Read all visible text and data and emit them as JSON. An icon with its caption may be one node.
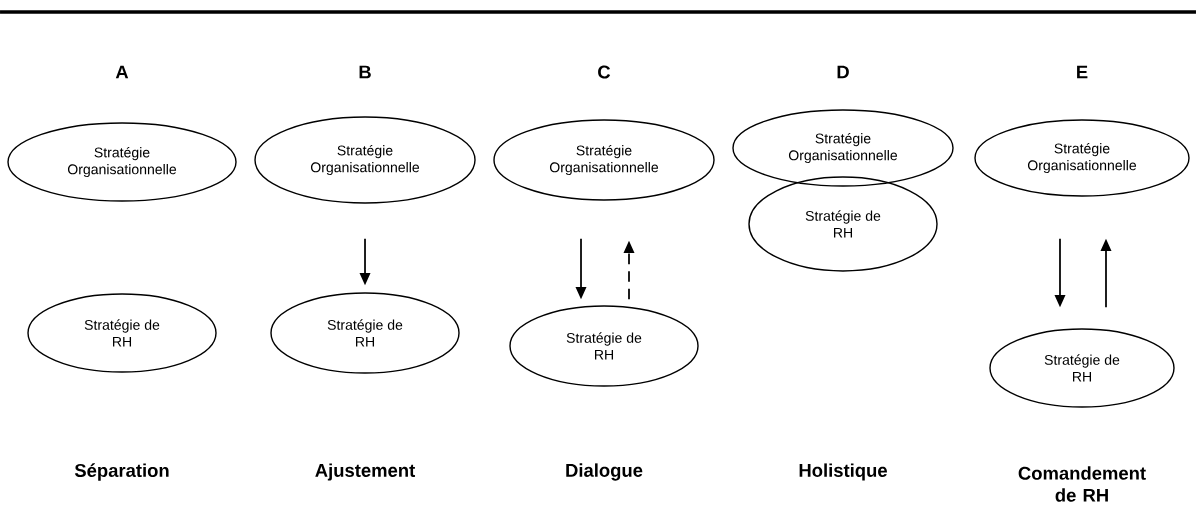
{
  "diagram": {
    "nodes": [
      {
        "text": [
          "Stratégie Organisationnelle"
        ]
      },
      {
        "text": [
          "Stratégie Organisationnelle"
        ]
      },
      {
        "text": [
          "Stratégie Organisationnelle"
        ]
      },
      {
        "text": [
          "Stratégie Organisationnelle"
        ]
      },
      {
        "text": [
          "Stratégie de RH"
        ]
      },
      {
        "text": [
          "Stratégie Organisationnelle"
        ]
      },
      {
        "text": [
          "Stratégie de RH"
        ]
      },
      {
        "text": [
          "Stratégie de RH"
        ]
      },
      {
        "text": [
          "Stratégie de RH"
        ]
      },
      {
        "text": [
          "Stratégie de RH"
        ]
      }
    ],
    "edges": [
      {
        "from": 1,
        "to": 7,
        "arrow": "to"
      },
      {
        "from": 2,
        "to": 8,
        "arrow": "to"
      },
      {
        "from": 8,
        "to": 2,
        "arrow": "to",
        "style": "dashed"
      },
      {
        "from": 5,
        "to": 9,
        "arrow": "to"
      },
      {
        "from": 9,
        "to": 5,
        "arrow": "to"
      }
    ],
    "labels": [
      "A",
      "B",
      "C",
      "D",
      "E",
      "Séparation",
      "Ajustement",
      "Dialogue",
      "Holistique",
      "Comandement de RH"
    ]
  }
}
